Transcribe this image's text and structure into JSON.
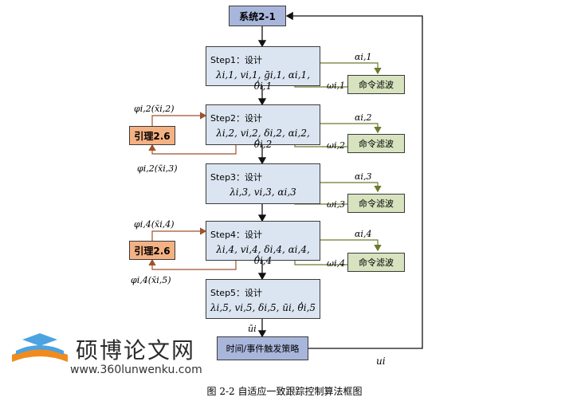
{
  "system_box": "系统2-1",
  "steps": [
    {
      "title": "Step1：设计",
      "vars": "λi,1, vi,1, ḡi,1, αi,1, θ̂̇i,1"
    },
    {
      "title": "Step2：设计",
      "vars": "λi,2, vi,2, δi,2, αi,2, θ̂̇i,2"
    },
    {
      "title": "Step3：设计",
      "vars": "λi,3, vi,3, αi,3"
    },
    {
      "title": "Step4：设计",
      "vars": "λi,4, vi,4, δi,4, αi,4, θ̂̇i,4"
    },
    {
      "title": "Step5：设计",
      "vars": "λi,5, vi,5, δi,5, ūi, θ̂̇i,5"
    }
  ],
  "filter_label": "命令滤波",
  "filters": [
    {
      "alpha": "αi,1",
      "omega": "ωi,1"
    },
    {
      "alpha": "αi,2",
      "omega": "ωi,2"
    },
    {
      "alpha": "αi,3",
      "omega": "ωi,3"
    },
    {
      "alpha": "αi,4",
      "omega": "ωi,4"
    }
  ],
  "lemmas": [
    {
      "label": "引理2.6",
      "phi_in": "φi,2(x̄i,2)",
      "phi_out": "φi,2(x̄i,3)"
    },
    {
      "label": "引理2.6",
      "phi_in": "φi,4(x̄i,4)",
      "phi_out": "φi,4(x̄i,5)"
    }
  ],
  "policy_box": "时间/事件触发策略",
  "u_bar": "ūi",
  "u": "ui",
  "watermark": {
    "title": "硕博论文网",
    "url": "www.360lunwenku.com"
  },
  "caption": "图 2-2 自适应一致跟踪控制算法框图",
  "colors": {
    "system": "#a9b6dc",
    "step": "#dbe5f1",
    "filter": "#d7e3bf",
    "lemma": "#f4b183",
    "filter_line": "#6b7a2f",
    "lemma_line": "#a0522d"
  }
}
